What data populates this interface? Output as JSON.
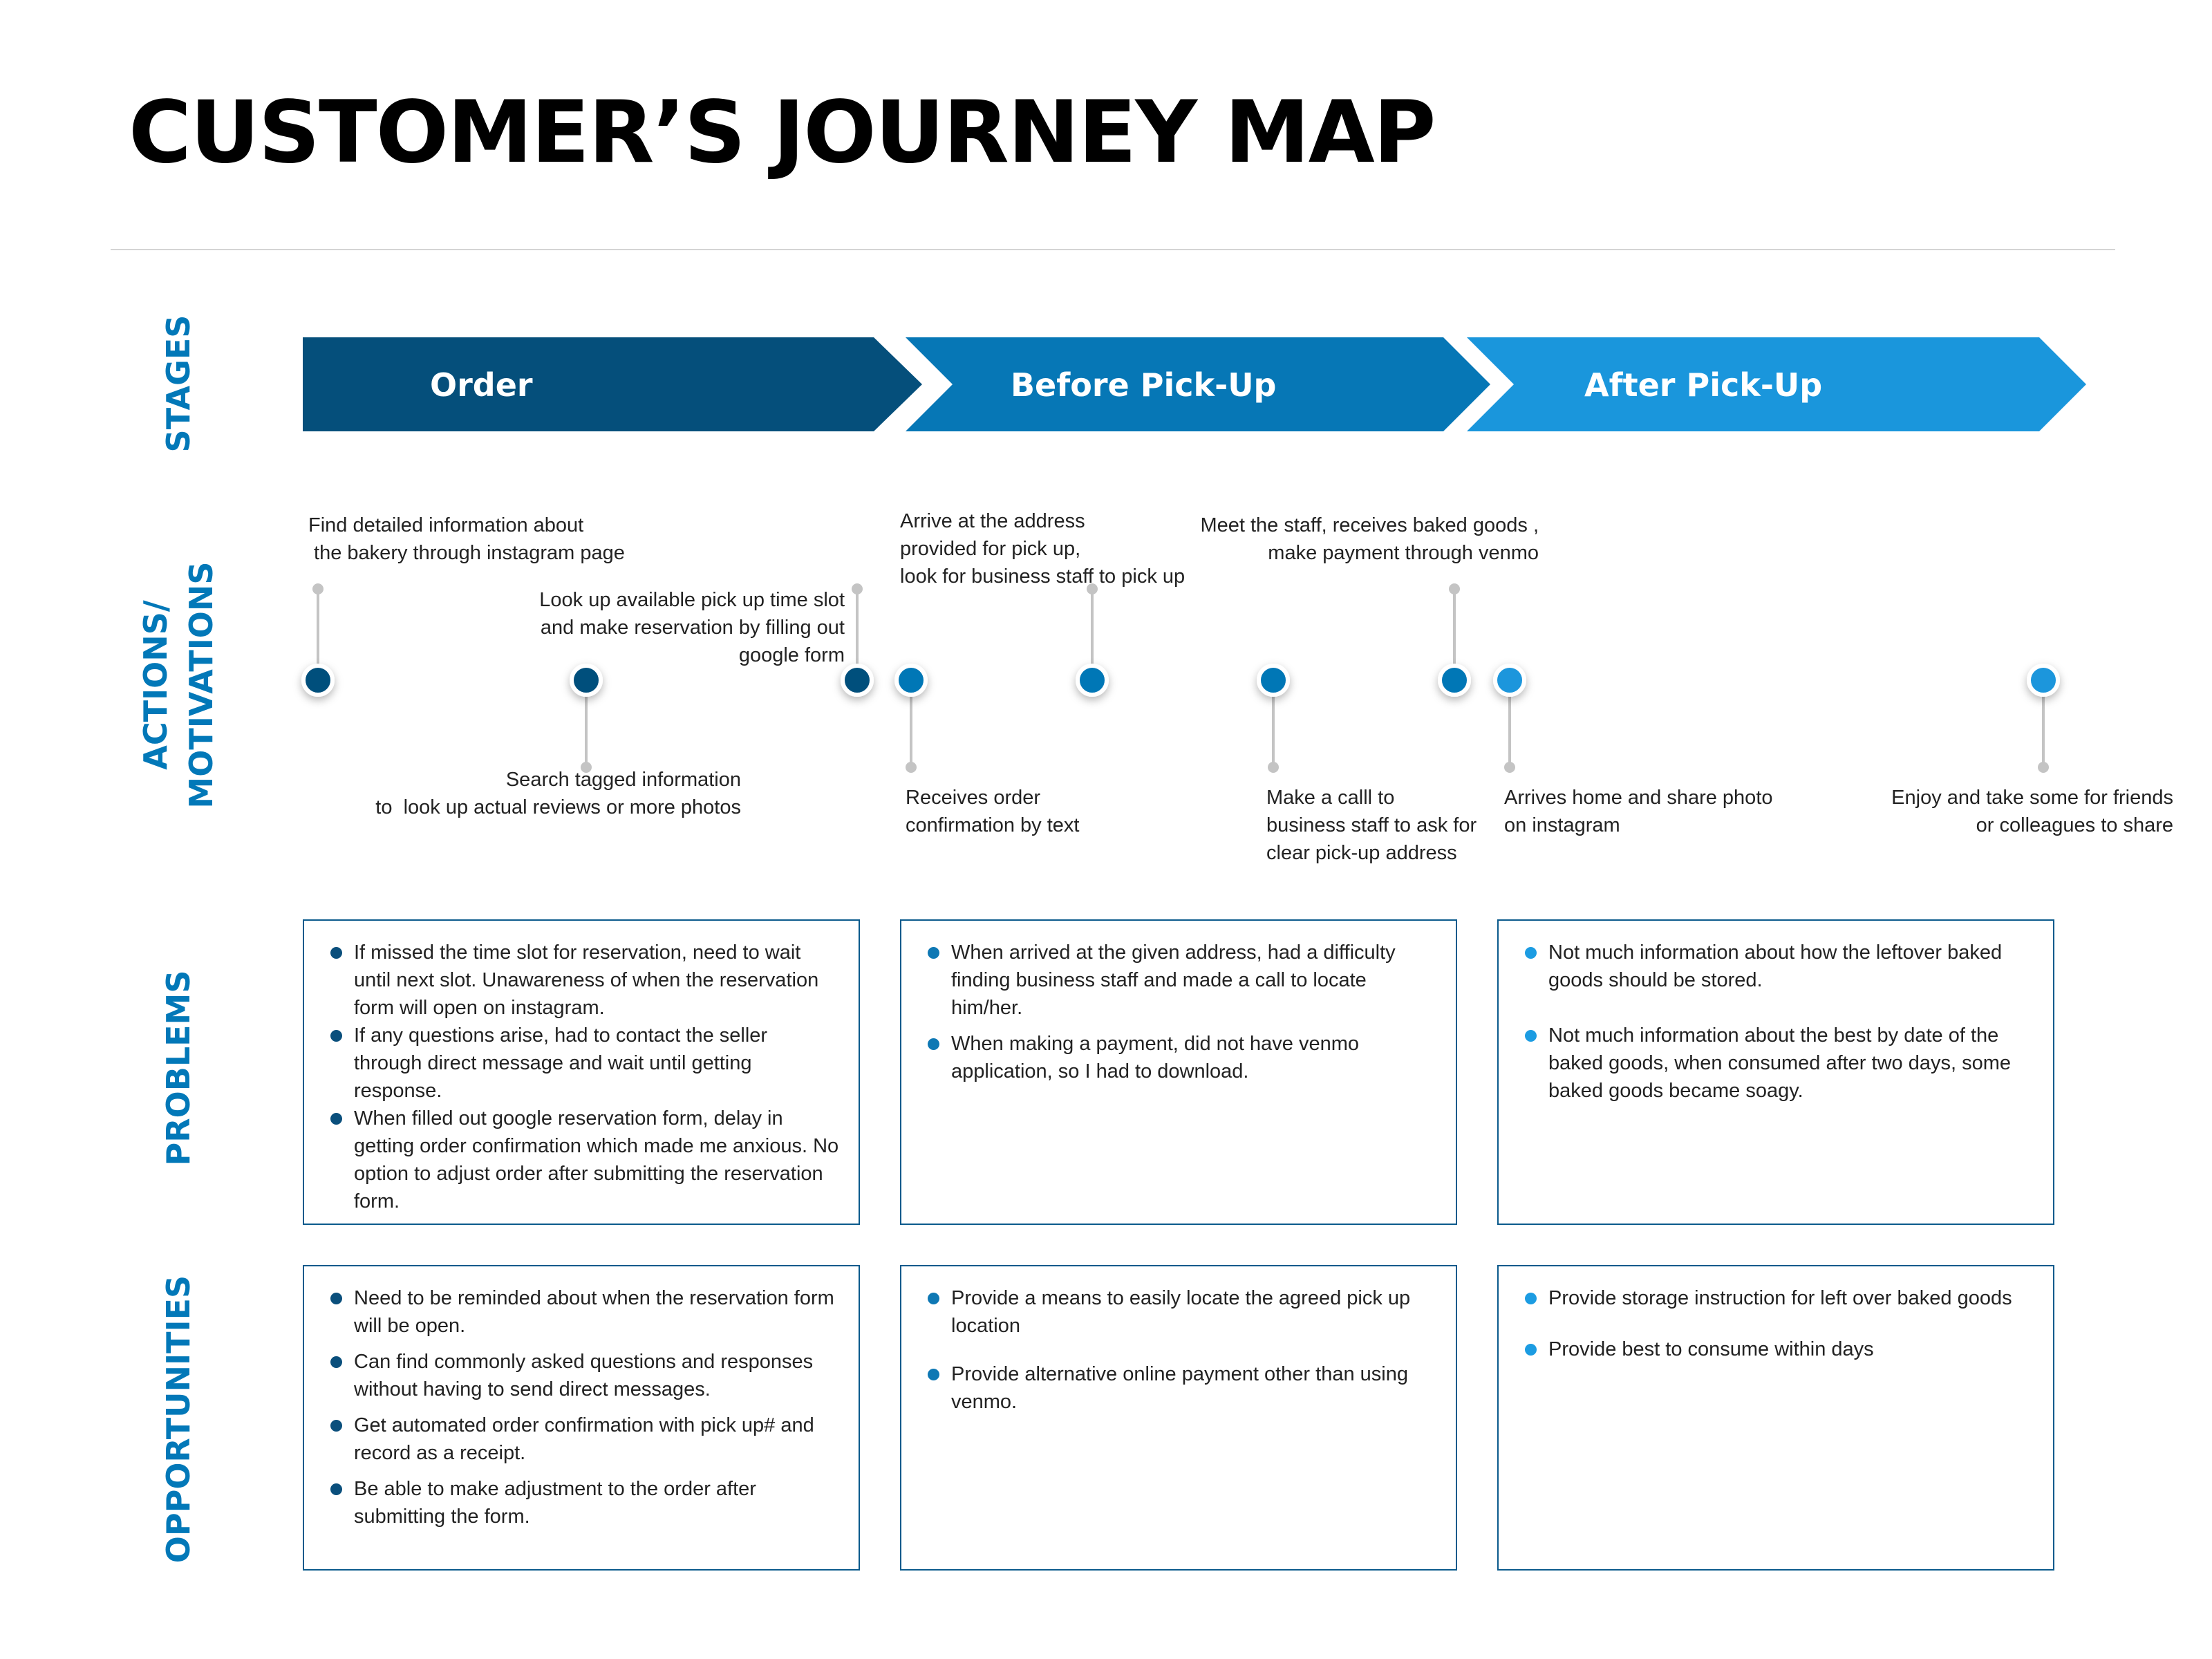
{
  "title": "CUSTOMER’S JOURNEY MAP",
  "row_labels": {
    "stages": "STAGES",
    "actions_line1": "ACTIONS/",
    "actions_line2": "MOTIVATIONS",
    "problems": "PROBLEMS",
    "opportunities": "OPPORTUNITIES"
  },
  "colors": {
    "label_blue": "#0278b8",
    "stage_order": "#054f7b",
    "stage_before": "#0677b6",
    "stage_after": "#1a96dc",
    "box_border": "#0b5a8c",
    "connector_gray": "#c4c4c4"
  },
  "stages": [
    {
      "label": "Order",
      "color": "#054f7b"
    },
    {
      "label": "Before Pick-Up",
      "color": "#0677b6"
    },
    {
      "label": "After Pick-Up",
      "color": "#1a96dc"
    }
  ],
  "actions": {
    "a1": [
      "Find detailed information about",
      " the bakery through instagram page"
    ],
    "a2": [
      "Look up available pick up time slot",
      "and make reservation by filling out",
      "google form"
    ],
    "a3": [
      "Search tagged information",
      "to  look up actual reviews or more photos"
    ],
    "a4": [
      "Arrive at the address",
      "provided for pick up,",
      "look for business staff to pick up"
    ],
    "a5": [
      "Meet the staff, receives baked goods ,",
      "make payment through venmo"
    ],
    "a6": [
      "Receives order",
      "confirmation by text"
    ],
    "a7": [
      "Make a calll to",
      "business staff to ask for",
      "clear pick-up address"
    ],
    "a8": [
      "Arrives home and share photo",
      "on instagram"
    ],
    "a9": [
      "Enjoy and take some for friends",
      "or colleagues to share"
    ]
  },
  "problems": [
    [
      "If missed the time slot for reservation, need to wait until next slot. Unawareness of when the reservation form will open on instagram.",
      "If any questions arise, had to contact the seller through direct message and wait until getting response.",
      "When filled out google reservation form, delay in getting order confirmation which made me anxious. No option to adjust order after submitting the reservation form."
    ],
    [
      "When arrived at the given address, had a difficulty finding business staff and made a call to locate him/her.",
      "When making a payment, did not have venmo application, so I had to download."
    ],
    [
      "Not much information about how the leftover baked goods should be stored.",
      "Not much information about the best by date of the baked goods, when consumed after two days, some baked goods became soagy."
    ]
  ],
  "opportunities": [
    [
      "Need to be reminded about when the reservation form will be open.",
      "Can find commonly asked questions and responses without having to send direct messages.",
      "Get automated order confirmation with pick up# and record as a receipt.",
      "Be able to make adjustment to the order after submitting the form."
    ],
    [
      "Provide a means to easily locate the agreed pick up location",
      "Provide alternative online payment other than using venmo."
    ],
    [
      "Provide storage instruction for left over baked goods",
      "Provide best to consume within days"
    ]
  ]
}
